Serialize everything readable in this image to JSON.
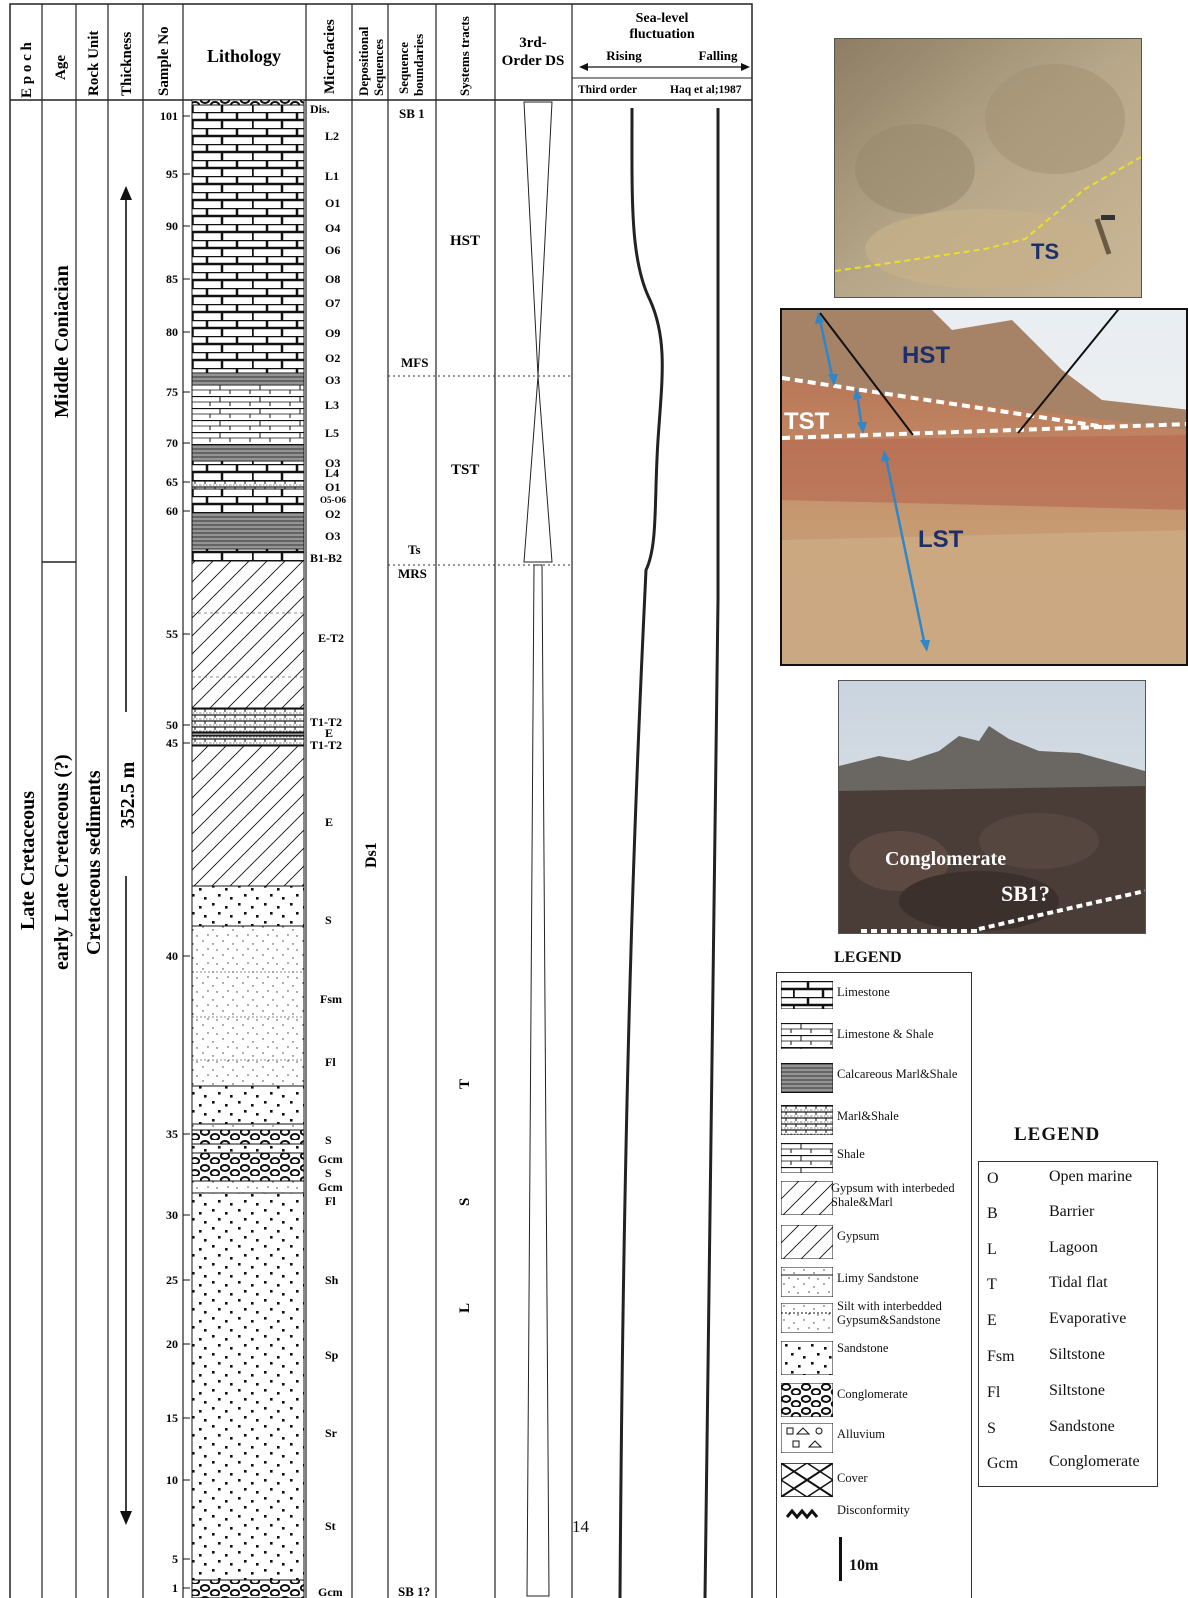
{
  "headers": {
    "epoch": "E p o c h",
    "age": "Age",
    "rock_unit": "Rock Unit",
    "thickness": "Thickness",
    "sample_no": "Sample No",
    "lithology": "Lithology",
    "microfacies": "Microfacies",
    "depositional_sequences": [
      "Depositional",
      "Sequences"
    ],
    "sequence_boundaries": [
      "Sequence",
      "boundaries"
    ],
    "systems_tracts": "Systems tracts",
    "third_order_ds": [
      "3rd-",
      "Order DS"
    ],
    "sea_level": [
      "Sea-level",
      "fluctuation"
    ],
    "rising": "Rising",
    "falling": "Falling",
    "third_order": "Third order",
    "haq": "Haq et al;1987"
  },
  "column_values": {
    "epoch": "Late Cretaceous",
    "age_upper": "Middle Coniacian",
    "age_lower": "early Late Cretaceous (?)",
    "rock_unit": "Cretaceous sediments",
    "thickness": "352.5 m",
    "depositional_sequence": "Ds1"
  },
  "sample_ticks": [
    "101",
    "95",
    "90",
    "85",
    "80",
    "75",
    "70",
    "65",
    "60",
    "55",
    "50",
    "45",
    "40",
    "35",
    "30",
    "25",
    "20",
    "15",
    "10",
    "5",
    "1"
  ],
  "microfacies": [
    "Dis.",
    "L2",
    "L1",
    "O1",
    "O4",
    "O6",
    "O8",
    "O7",
    "O9",
    "O2",
    "O3",
    "L3",
    "L5",
    "O3",
    "L4",
    "O1",
    "O5-O6",
    "O2",
    "O3",
    "B1-B2",
    "E-T2",
    "T1-T2",
    "E",
    "T1-T2",
    "E",
    "S",
    "Fsm",
    "Fl",
    "S",
    "Gcm",
    "S",
    "Gcm",
    "Fl",
    "Sh",
    "Sp",
    "Sr",
    "St",
    "Gcm"
  ],
  "sequence_boundaries": [
    "SB 1",
    "MFS",
    "Ts",
    "MRS",
    "SB 1?"
  ],
  "systems_tracts": [
    "HST",
    "TST",
    "T",
    "S",
    "L"
  ],
  "page_number": "14",
  "photos": {
    "top_label": "TS",
    "middle_labels": [
      "HST",
      "TST",
      "LST"
    ],
    "bottom_labels": [
      "Conglomerate",
      "SB1?"
    ]
  },
  "legend1": {
    "title": "LEGEND",
    "items": [
      "Limestone",
      "Limestone & Shale",
      "Calcareous Marl&Shale",
      "Marl&Shale",
      "Shale",
      "Gypsum with interbeded Shale&Marl",
      "Gypsum",
      "Limy Sandstone",
      "Silt with interbedded Gypsum&Sandstone",
      "Sandstone",
      "Conglomerate",
      "Alluvium",
      "Cover",
      "Disconformity"
    ],
    "scale": "10m"
  },
  "legend2": {
    "title": "LEGEND",
    "items": [
      {
        "code": "O",
        "name": "Open marine"
      },
      {
        "code": "B",
        "name": "Barrier"
      },
      {
        "code": "L",
        "name": "Lagoon"
      },
      {
        "code": "T",
        "name": "Tidal flat"
      },
      {
        "code": "E",
        "name": "Evaporative"
      },
      {
        "code": "Fsm",
        "name": "Siltstone"
      },
      {
        "code": "Fl",
        "name": "Siltstone"
      },
      {
        "code": "S",
        "name": "Sandstone"
      },
      {
        "code": "Gcm",
        "name": "Conglomerate"
      }
    ]
  }
}
